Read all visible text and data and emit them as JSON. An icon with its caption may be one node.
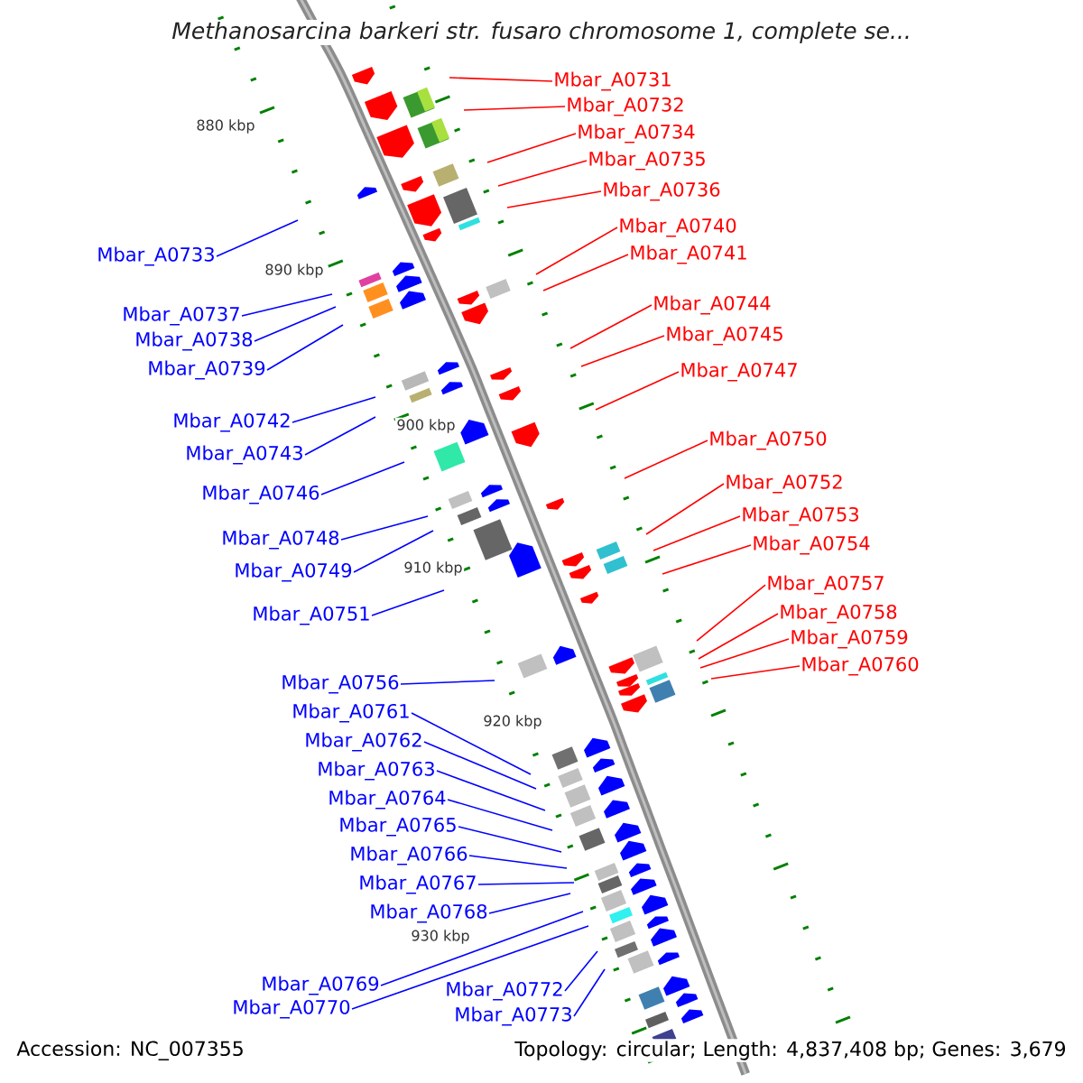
{
  "diagram": {
    "title": "Methanosarcina barkeri str. fusaro chromosome 1, complete se...",
    "nodes": [
      {
        "text": [
          "Mbar_A0731"
        ]
      },
      {
        "text": [
          "Mbar_A0732"
        ]
      },
      {
        "text": [
          "Mbar_A0734"
        ]
      },
      {
        "text": [
          "Mbar_A0735"
        ]
      },
      {
        "text": [
          "Mbar_A0736"
        ]
      },
      {
        "text": [
          "Mbar_A0740"
        ]
      },
      {
        "text": [
          "Mbar_A0741"
        ]
      },
      {
        "text": [
          "Mbar_A0733"
        ]
      },
      {
        "text": [
          "Mbar_A0744"
        ]
      },
      {
        "text": [
          "Mbar_A0737"
        ]
      },
      {
        "text": [
          "Mbar_A0745"
        ]
      },
      {
        "text": [
          "Mbar_A0738"
        ]
      },
      {
        "text": [
          "Mbar_A0739"
        ]
      },
      {
        "text": [
          "Mbar_A0747"
        ]
      },
      {
        "text": [
          "Mbar_A0742"
        ]
      },
      {
        "text": [
          "Mbar_A0750"
        ]
      },
      {
        "text": [
          "Mbar_A0743"
        ]
      },
      {
        "text": [
          "Mbar_A0752"
        ]
      },
      {
        "text": [
          "Mbar_A0746"
        ]
      },
      {
        "text": [
          "Mbar_A0753"
        ]
      },
      {
        "text": [
          "Mbar_A0748"
        ]
      },
      {
        "text": [
          "Mbar_A0754"
        ]
      },
      {
        "text": [
          "Mbar_A0749"
        ]
      },
      {
        "text": [
          "Mbar_A0757"
        ]
      },
      {
        "text": [
          "Mbar_A0758"
        ]
      },
      {
        "text": [
          "Mbar_A0751"
        ]
      },
      {
        "text": [
          "Mbar_A0759"
        ]
      },
      {
        "text": [
          "Mbar_A0760"
        ]
      },
      {
        "text": [
          "Mbar_A0756"
        ]
      },
      {
        "text": [
          "Mbar_A0761"
        ]
      },
      {
        "text": [
          "Mbar_A0762"
        ]
      },
      {
        "text": [
          "Mbar_A0763"
        ]
      },
      {
        "text": [
          "Mbar_A0764"
        ]
      },
      {
        "text": [
          "Mbar_A0765"
        ]
      },
      {
        "text": [
          "Mbar_A0766"
        ]
      },
      {
        "text": [
          "Mbar_A0767"
        ]
      },
      {
        "text": [
          "Mbar_A0768"
        ]
      },
      {
        "text": [
          "Mbar_A0772"
        ]
      },
      {
        "text": [
          "Mbar_A0769"
        ]
      },
      {
        "text": [
          "Mbar_A0773"
        ]
      },
      {
        "text": [
          "Mbar_A0770"
        ]
      }
    ],
    "edges": [
      {
        "from": 0,
        "to": null,
        "arrow": "none",
        "color": "#ff0000"
      },
      {
        "from": 1,
        "to": null,
        "arrow": "none",
        "color": "#ff0000"
      },
      {
        "from": 2,
        "to": null,
        "arrow": "none",
        "color": "#ff0000"
      },
      {
        "from": 3,
        "to": null,
        "arrow": "none",
        "color": "#ff0000"
      },
      {
        "from": 4,
        "to": null,
        "arrow": "none",
        "color": "#ff0000"
      },
      {
        "from": 5,
        "to": null,
        "arrow": "none",
        "color": "#ff0000"
      },
      {
        "from": 6,
        "to": null,
        "arrow": "none",
        "color": "#ff0000"
      },
      {
        "from": 7,
        "to": null,
        "arrow": "none"
      },
      {
        "from": 8,
        "to": null,
        "arrow": "none",
        "color": "#ff0000"
      },
      {
        "from": 9,
        "to": null,
        "arrow": "none"
      },
      {
        "from": 10,
        "to": null,
        "arrow": "none",
        "color": "#ff0000"
      },
      {
        "from": 11,
        "to": null,
        "arrow": "none"
      },
      {
        "from": 12,
        "to": null,
        "arrow": "none"
      },
      {
        "from": 13,
        "to": null,
        "arrow": "none",
        "color": "#ff0000"
      },
      {
        "from": 14,
        "to": null,
        "arrow": "none"
      },
      {
        "from": 15,
        "to": null,
        "arrow": "none",
        "color": "#ff0000"
      },
      {
        "from": 16,
        "to": null,
        "arrow": "none"
      },
      {
        "from": 17,
        "to": null,
        "arrow": "none",
        "color": "#ff0000"
      },
      {
        "from": 18,
        "to": null,
        "arrow": "none"
      },
      {
        "from": 19,
        "to": null,
        "arrow": "none",
        "color": "#ff0000"
      },
      {
        "from": 20,
        "to": null,
        "arrow": "none"
      },
      {
        "from": 21,
        "to": null,
        "arrow": "none",
        "color": "#ff0000"
      },
      {
        "from": 22,
        "to": null,
        "arrow": "none"
      },
      {
        "from": 23,
        "to": null,
        "arrow": "none",
        "color": "#ff0000"
      },
      {
        "from": 24,
        "to": null,
        "arrow": "none",
        "color": "#ff0000"
      },
      {
        "from": 25,
        "to": null,
        "arrow": "none"
      },
      {
        "from": 26,
        "to": null,
        "arrow": "none",
        "color": "#ff0000"
      },
      {
        "from": 27,
        "to": null,
        "arrow": "none",
        "color": "#ff0000"
      },
      {
        "from": 28,
        "to": null,
        "arrow": "none"
      },
      {
        "from": 29,
        "to": null,
        "arrow": "none"
      },
      {
        "from": 30,
        "to": null,
        "arrow": "none"
      },
      {
        "from": 31,
        "to": null,
        "arrow": "none"
      },
      {
        "from": 32,
        "to": null,
        "arrow": "none"
      },
      {
        "from": 33,
        "to": null,
        "arrow": "none"
      },
      {
        "from": 34,
        "to": null,
        "arrow": "none"
      },
      {
        "from": 35,
        "to": null,
        "arrow": "none"
      },
      {
        "from": 36,
        "to": null,
        "arrow": "none"
      },
      {
        "from": 37,
        "to": null,
        "arrow": "none"
      },
      {
        "from": 38,
        "to": null,
        "arrow": "none"
      },
      {
        "from": 39,
        "to": null,
        "arrow": "none"
      },
      {
        "from": 40,
        "to": null,
        "arrow": "none"
      }
    ],
    "labels": [
      "880 kbp",
      "890 kbp",
      "900 kbp",
      "910 kbp",
      "920 kbp",
      "930 kbp",
      "Accession: NC_007355",
      "Topology: circular; Length: 4,837,408 bp; Genes: 3,679"
    ]
  }
}
